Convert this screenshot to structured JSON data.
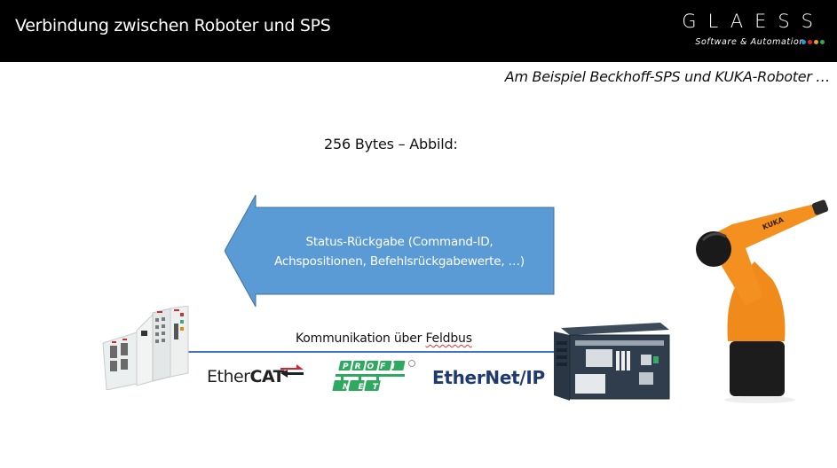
{
  "header": {
    "title": "Verbindung zwischen Roboter und SPS",
    "logo": {
      "wordmark": "GLAESS",
      "tagline": "Software & Automation",
      "dot_colors": [
        "#1e9be0",
        "#e02030",
        "#f0a020",
        "#2db040"
      ]
    }
  },
  "subtitle": "Am Beispiel Beckhoff-SPS und KUKA-Roboter …",
  "image_label": "256 Bytes – Abbild:",
  "arrow": {
    "direction": "left",
    "color": "#5b9bd5",
    "line1": "Status-Rückgabe (Command-ID,",
    "line2": "Achspositionen, Befehlsrückgabewerte, …)"
  },
  "bus": {
    "label_prefix": "Kommunikation über ",
    "label_word": "Feldbus",
    "line_color": "#4472c4"
  },
  "devices": {
    "plc": "Beckhoff-SPS",
    "controller": "KUKA robot controller",
    "robot": "KUKA-Roboter",
    "robot_brand": "KUKA"
  },
  "protocols": {
    "ethercat_prefix": "Ether",
    "ethercat_bold": "CAT",
    "profinet_top": "PROFI",
    "profinet_bottom": "NET",
    "ethernetip": "EtherNet/IP"
  }
}
